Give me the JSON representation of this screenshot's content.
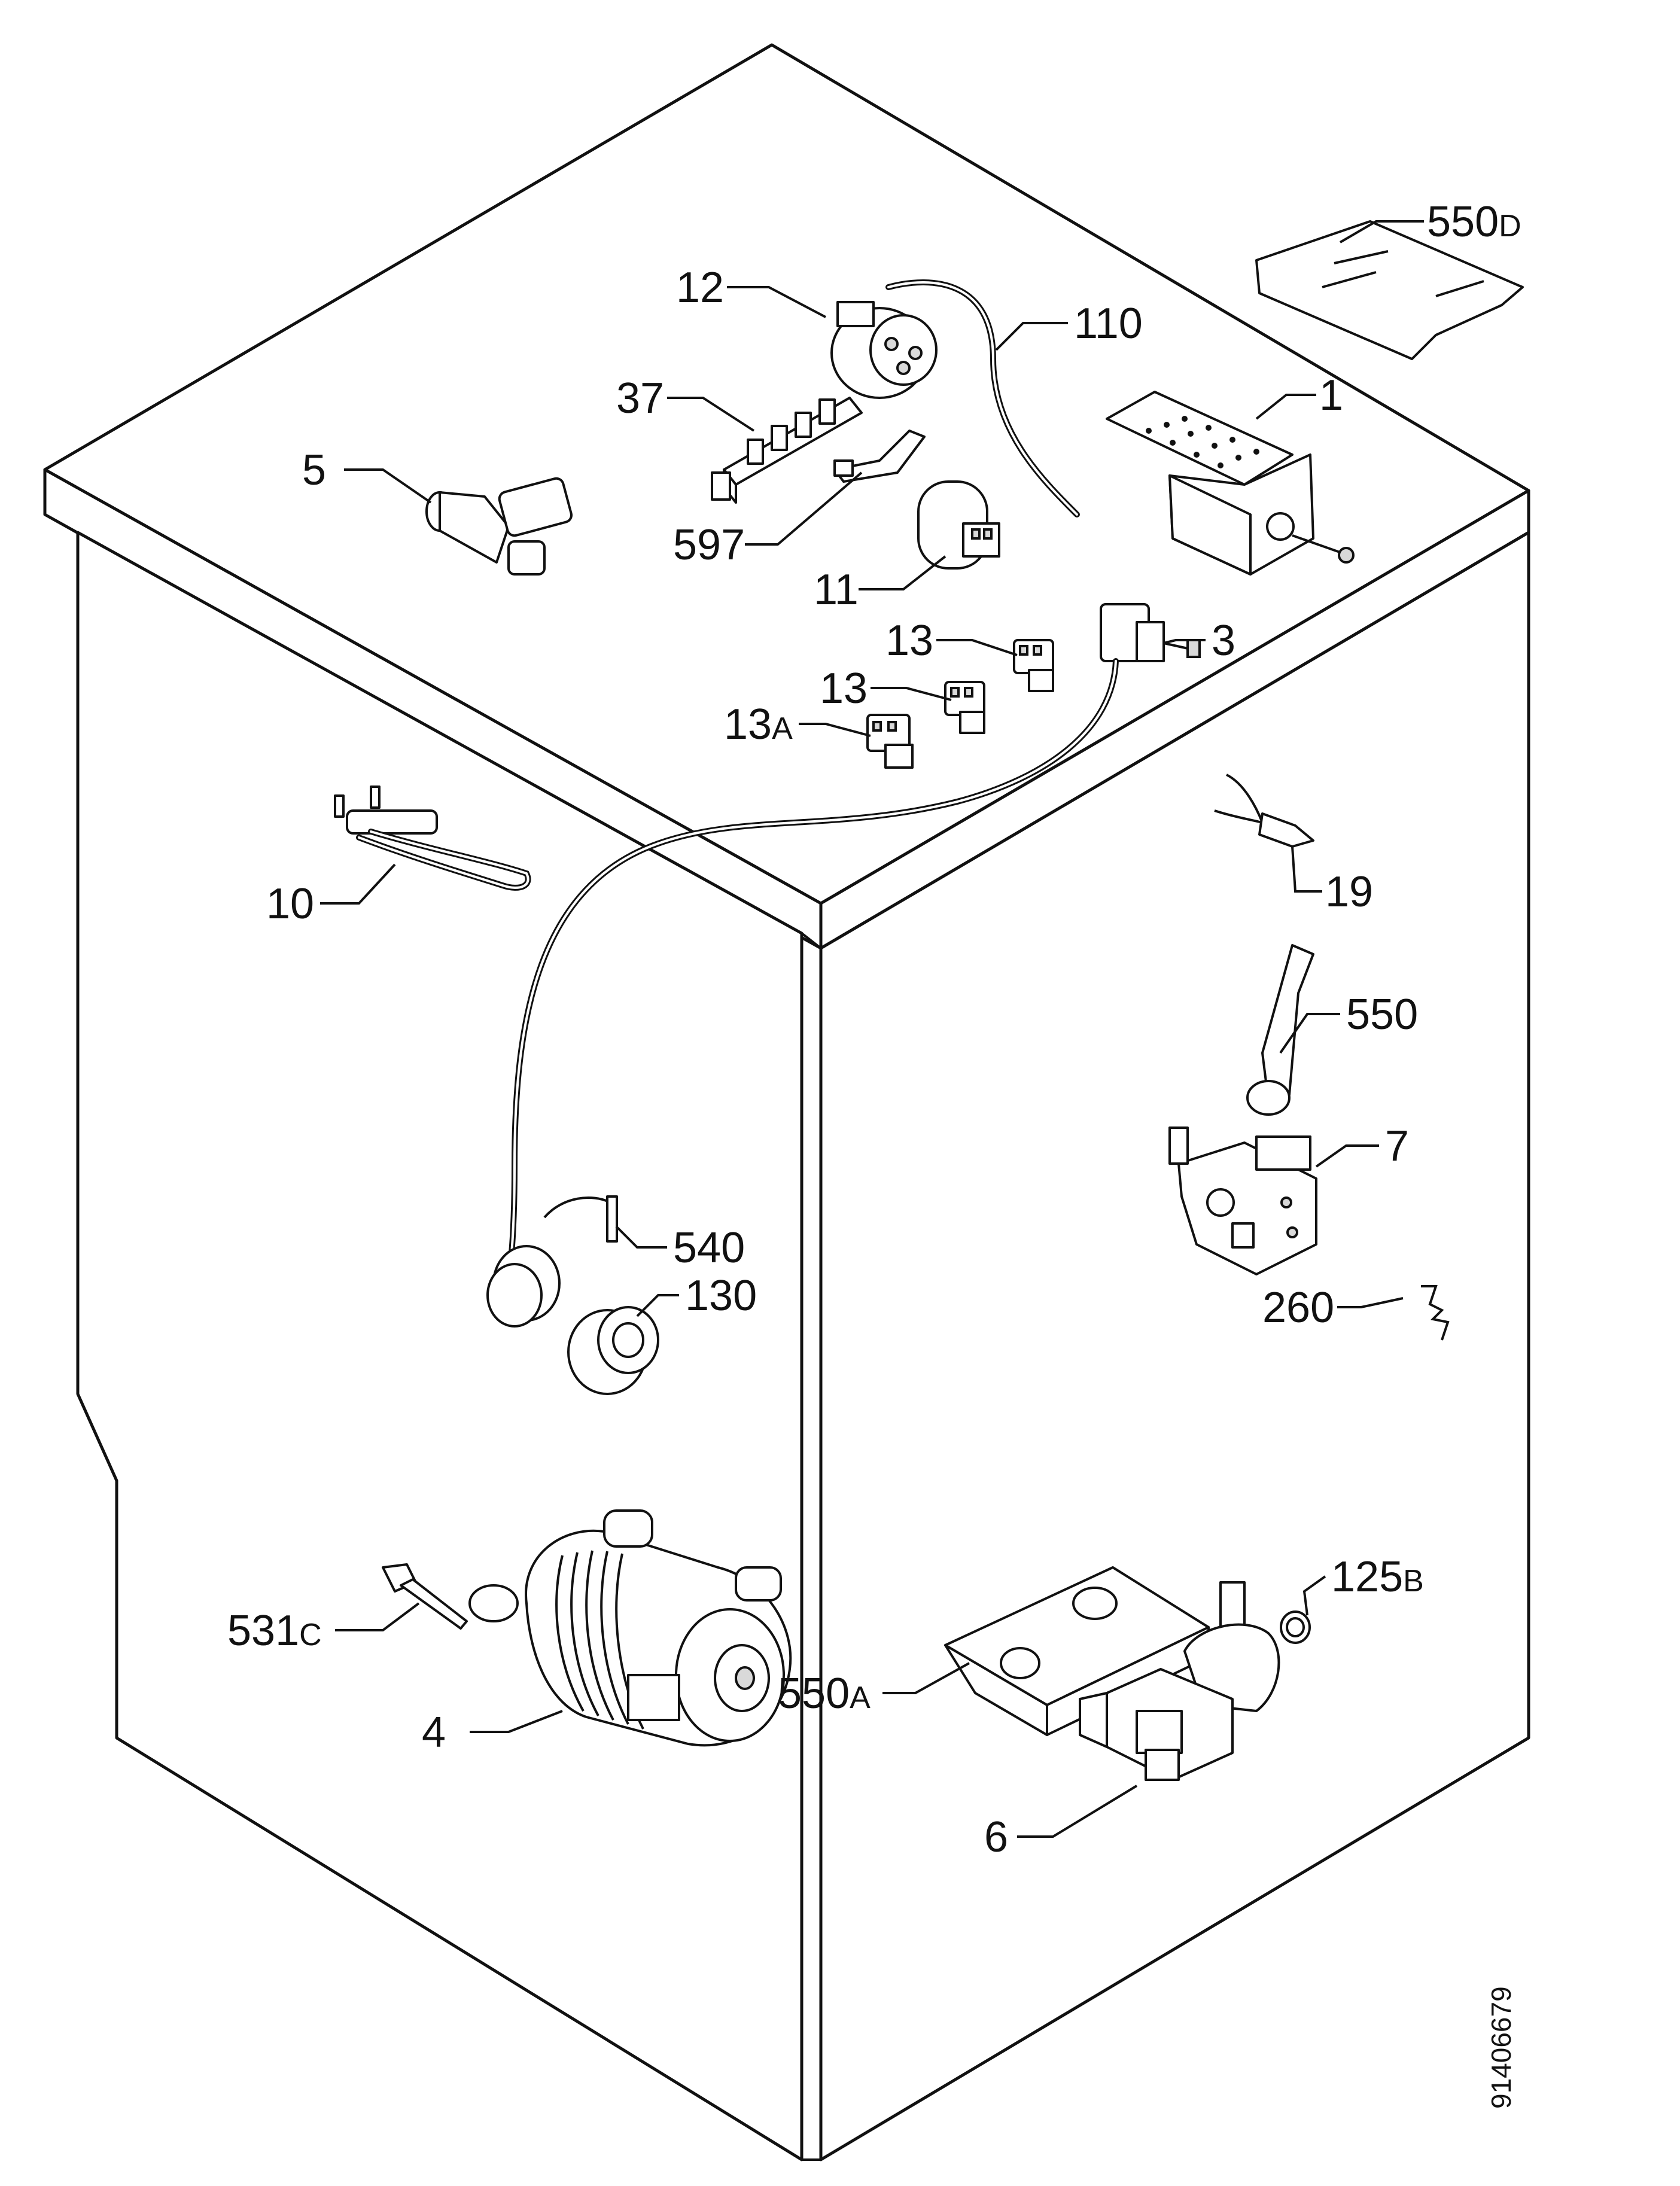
{
  "labels": {
    "p550D": {
      "num": "550",
      "suffix": "D"
    },
    "p110": {
      "num": "110"
    },
    "p12": {
      "num": "12"
    },
    "p37": {
      "num": "37"
    },
    "p1": {
      "num": "1"
    },
    "p5": {
      "num": "5"
    },
    "p597": {
      "num": "597"
    },
    "p11": {
      "num": "11"
    },
    "p13a": {
      "num": "13"
    },
    "p3": {
      "num": "3"
    },
    "p13b": {
      "num": "13"
    },
    "p13A": {
      "num": "13",
      "suffix": "A"
    },
    "p19": {
      "num": "19"
    },
    "p10": {
      "num": "10"
    },
    "p550": {
      "num": "550"
    },
    "p7": {
      "num": "7"
    },
    "p540": {
      "num": "540"
    },
    "p130": {
      "num": "130"
    },
    "p260": {
      "num": "260"
    },
    "p125B": {
      "num": "125",
      "suffix": "B"
    },
    "p531C": {
      "num": "531",
      "suffix": "C"
    },
    "p550A": {
      "num": "550",
      "suffix": "A"
    },
    "p4": {
      "num": "4"
    },
    "p6": {
      "num": "6"
    }
  },
  "drawing_code": "91406679"
}
